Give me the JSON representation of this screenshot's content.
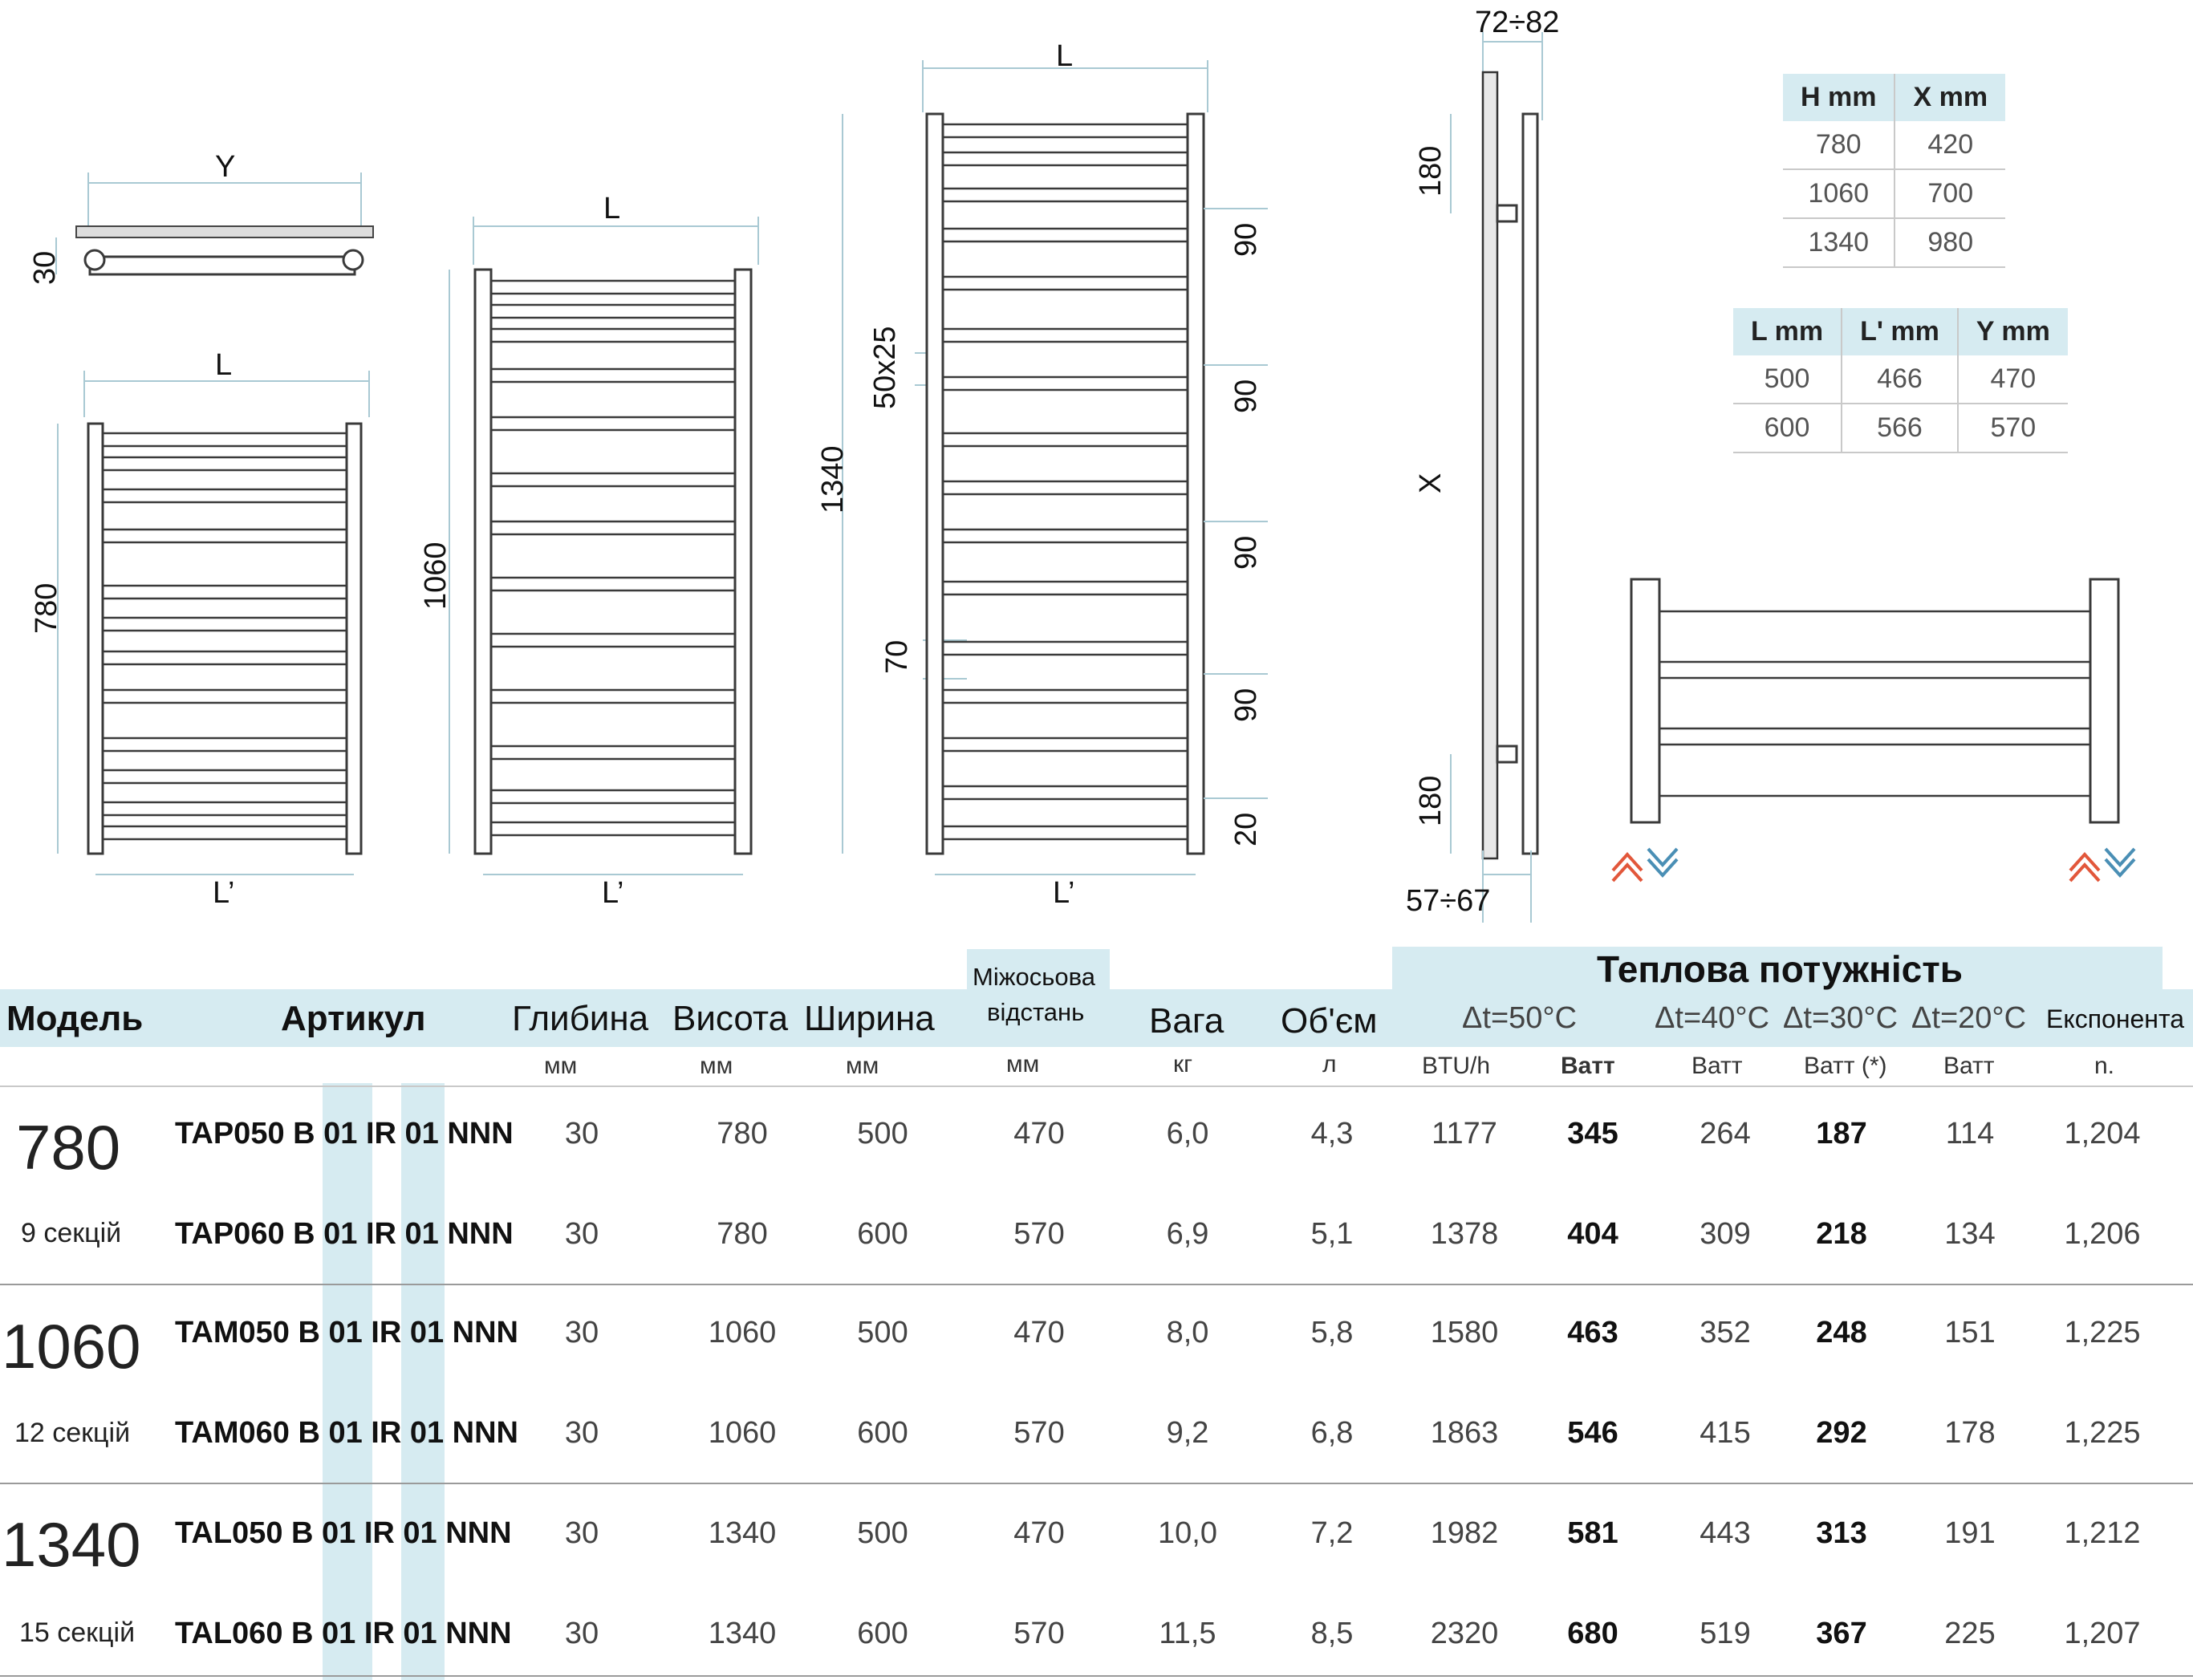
{
  "drawings": {
    "front_small": {
      "width_label": "L",
      "height_label": "780",
      "bottom_label": "L’"
    },
    "top_view": {
      "width_label": "Y",
      "depth_label": "30"
    },
    "front_medium": {
      "width_label": "L",
      "height_label": "1060",
      "bottom_label": "L’"
    },
    "front_large": {
      "width_label": "L",
      "height_label": "1340",
      "bottom_label": "L’",
      "tube_label": "50x25",
      "gap_label": "70",
      "spacing_labels": [
        "90",
        "90",
        "90",
        "90",
        "20"
      ]
    },
    "side_view": {
      "top_label": "72÷82",
      "bottom_label": "57÷67",
      "upper_label": "180",
      "lower_label": "180",
      "mid_label": "X"
    }
  },
  "hx_table": {
    "headers": [
      "H mm",
      "X mm"
    ],
    "rows": [
      [
        "780",
        "420"
      ],
      [
        "1060",
        "700"
      ],
      [
        "1340",
        "980"
      ]
    ]
  },
  "ly_table": {
    "headers": [
      "L mm",
      "L' mm",
      "Y mm"
    ],
    "rows": [
      [
        "500",
        "466",
        "470"
      ],
      [
        "600",
        "566",
        "570"
      ]
    ]
  },
  "spec": {
    "heat_title": "Теплова потужність",
    "headers": {
      "model": "Модель",
      "article": "Артикул",
      "depth": "Глибина",
      "height": "Висота",
      "width": "Ширина",
      "axis_top": "Міжосьова",
      "axis_bottom": "відстань",
      "weight": "Вага",
      "volume": "Об'єм",
      "dt50": "Δt=50°C",
      "dt40": "Δt=40°C",
      "dt30": "Δt=30°C",
      "dt20": "Δt=20°C",
      "exponent": "Експонента"
    },
    "units": {
      "depth": "мм",
      "height": "мм",
      "width": "мм",
      "axis": "мм",
      "weight": "кг",
      "volume": "л",
      "btu": "BTU/h",
      "watt50": "Ватт",
      "watt40": "Ватт",
      "watt30": "Ватт (*)",
      "watt20": "Ватт",
      "exp": "n."
    },
    "groups": [
      {
        "model": "780",
        "sections": "9 секцій"
      },
      {
        "model": "1060",
        "sections": "12 секцій"
      },
      {
        "model": "1340",
        "sections": "15 секцій"
      }
    ],
    "rows": [
      {
        "code": "TAP050 B 01 IR 01 NNN",
        "depth": "30",
        "height": "780",
        "width": "500",
        "axis": "470",
        "weight": "6,0",
        "volume": "4,3",
        "btu": "1177",
        "w50": "345",
        "w40": "264",
        "w30": "187",
        "w20": "114",
        "n": "1,204"
      },
      {
        "code": "TAP060 B 01 IR 01 NNN",
        "depth": "30",
        "height": "780",
        "width": "600",
        "axis": "570",
        "weight": "6,9",
        "volume": "5,1",
        "btu": "1378",
        "w50": "404",
        "w40": "309",
        "w30": "218",
        "w20": "134",
        "n": "1,206"
      },
      {
        "code": "TAM050 B 01 IR 01 NNN",
        "depth": "30",
        "height": "1060",
        "width": "500",
        "axis": "470",
        "weight": "8,0",
        "volume": "5,8",
        "btu": "1580",
        "w50": "463",
        "w40": "352",
        "w30": "248",
        "w20": "151",
        "n": "1,225"
      },
      {
        "code": "TAM060 B 01 IR 01 NNN",
        "depth": "30",
        "height": "1060",
        "width": "600",
        "axis": "570",
        "weight": "9,2",
        "volume": "6,8",
        "btu": "1863",
        "w50": "546",
        "w40": "415",
        "w30": "292",
        "w20": "178",
        "n": "1,225"
      },
      {
        "code": "TAL050 B 01 IR 01 NNN",
        "depth": "30",
        "height": "1340",
        "width": "500",
        "axis": "470",
        "weight": "10,0",
        "volume": "7,2",
        "btu": "1982",
        "w50": "581",
        "w40": "443",
        "w30": "313",
        "w20": "191",
        "n": "1,212"
      },
      {
        "code": "TAL060 B 01 IR 01 NNN",
        "depth": "30",
        "height": "1340",
        "width": "600",
        "axis": "570",
        "weight": "11,5",
        "volume": "8,5",
        "btu": "2320",
        "w50": "680",
        "w40": "519",
        "w30": "367",
        "w20": "225",
        "n": "1,207"
      }
    ]
  },
  "colors": {
    "accent": "#d6ebf1",
    "dim_line": "#a9c9d3",
    "arrow_up": "#e2573b",
    "arrow_down": "#4a8fb5"
  },
  "icons": [
    "flow-in-out-icon"
  ]
}
